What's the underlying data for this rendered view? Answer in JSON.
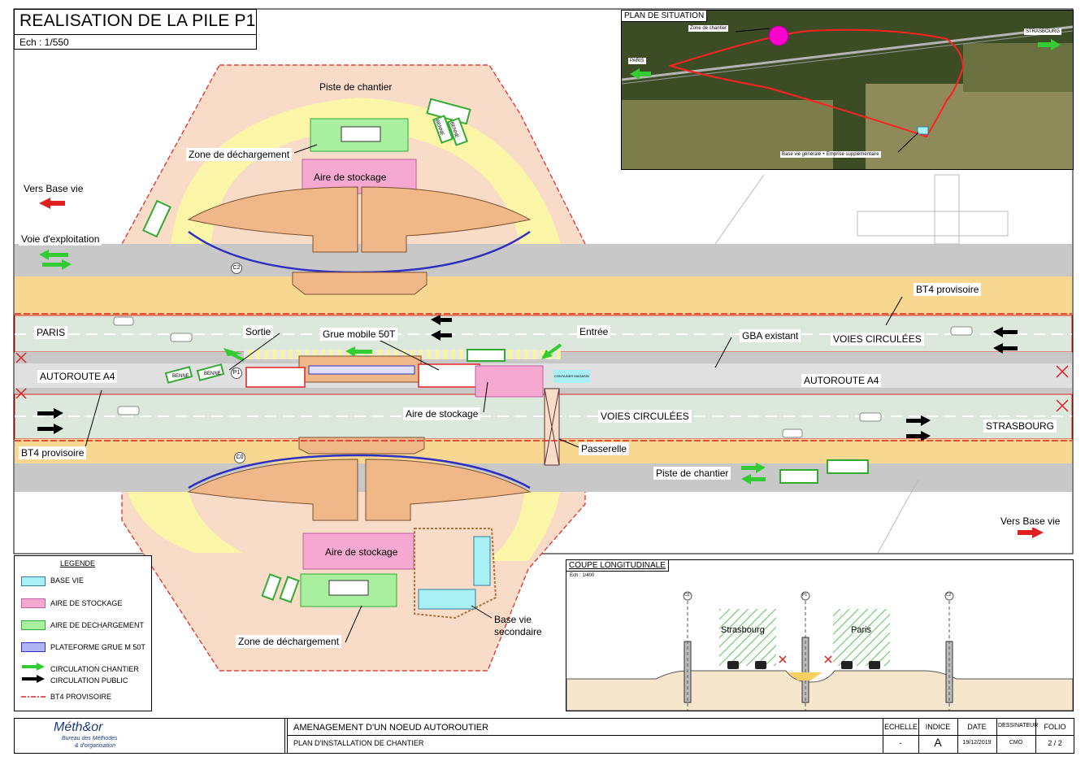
{
  "title": {
    "main": "REALISATION DE LA PILE P1",
    "scale": "Ech : 1/550"
  },
  "labels": {
    "piste_top": "Piste de chantier",
    "zone_dech_top": "Zone de déchargement",
    "aire_stock_top": "Aire de stockage",
    "vers_base_vie_left": "Vers Base vie",
    "voie_exploitation": "Voie d'exploitation",
    "bt4_right": "BT4 provisoire",
    "paris": "PARIS",
    "sortie": "Sortie",
    "grue": "Grue mobile 50T",
    "entree": "Entrée",
    "gba": "GBA existant",
    "voies_circ_top": "VOIES CIRCULÉES",
    "autoroute_left": "AUTOROUTE A4",
    "autoroute_right": "AUTOROUTE A4",
    "aire_stock_mid": "Aire de stockage",
    "voies_circ_bottom": "VOIES CIRCULÉES",
    "strasbourg": "STRASBOURG",
    "bt4_left": "BT4 provisoire",
    "passerelle": "Passerelle",
    "piste_bottom": "Piste de chantier",
    "vers_base_vie_right": "Vers Base vie",
    "aire_stock_bottom": "Aire de stockage",
    "zone_dech_bottom": "Zone de déchargement",
    "base_vie_sec_1": "Base vie",
    "base_vie_sec_2": "secondaire",
    "benne": "BENNE",
    "container": "CONTAINER MAGASIN",
    "pile_c0": "C0",
    "pile_p1": "P1",
    "pile_c2": "C2"
  },
  "situation": {
    "title": "PLAN DE SITUATION",
    "zone_chantier": "Zone de chantier",
    "paris": "PARIS",
    "strasbourg": "STRASBOURG",
    "base_vie": "Base vie générale + Emprise supplémentaire"
  },
  "legend": {
    "title": "LEGENDE",
    "items": [
      {
        "label": "BASE VIE",
        "color": "#a8f0f4"
      },
      {
        "label": "AIRE DE STOCKAGE",
        "color": "#f5a9d0"
      },
      {
        "label": "AIRE DE DECHARGEMENT",
        "color": "#a8f0a0"
      },
      {
        "label": "PLATEFORME GRUE M 50T",
        "color": "#b0b4f0"
      },
      {
        "label": "CIRCULATION CHANTIER",
        "color": "#33cc33"
      },
      {
        "label": "CIRCULATION PUBLIC",
        "color": "#000000"
      },
      {
        "label": "BT4 PROVISOIRE",
        "color": "#e02020"
      }
    ]
  },
  "coupe": {
    "title": "COUPE LONGITUDINALE",
    "scale": "Ech : 1/400",
    "strasbourg": "Strasbourg",
    "paris": "Paris",
    "c0": "C0",
    "p1": "P1",
    "c2": "C2"
  },
  "cartouche": {
    "logo_name": "Méth&or",
    "logo_sub1": "Bureau des Méthodes",
    "logo_sub2": "& d'organisation",
    "project": "AMENAGEMENT D'UN NOEUD AUTOROUTIER",
    "plan": "PLAN D'INSTALLATION DE CHANTIER",
    "echelle_h": "ECHELLE",
    "echelle_v": "-",
    "indice_h": "INDICE",
    "indice_v": "A",
    "date_h": "DATE",
    "date_v": "19/12/2019",
    "dess_h": "DESSINATEUR",
    "dess_v": "CMO",
    "folio_h": "FOLIO",
    "folio_v": "2 / 2"
  },
  "colors": {
    "zone_fill": "#f8dcc8",
    "piste_yellow": "#fbf5a8",
    "road_green": "#dde8dd",
    "road_grey": "#c8c8c8",
    "shoulder": "#f8d891",
    "structure": "#f0b888",
    "bt4": "#e02020",
    "green_arrow": "#33cc33",
    "red_arrow": "#e02020"
  }
}
